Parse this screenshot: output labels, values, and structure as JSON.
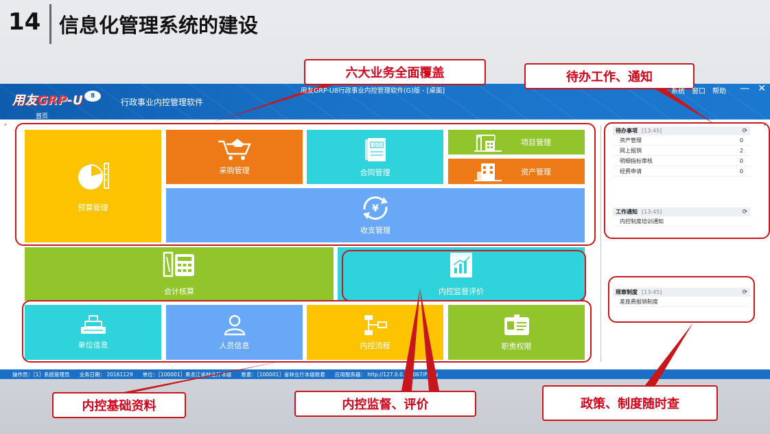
{
  "slide": {
    "number": "14",
    "title": "信息化管理系统的建设"
  },
  "app": {
    "logo_prefix": "用友",
    "logo_brand": "GRP",
    "logo_suffix": "-U",
    "logo_badge": "8",
    "name": "行政事业内控管理软件",
    "window_title": "用友GRP-U8行政事业内控管理软件(G)版 - [桌面]",
    "home_tab": "首页",
    "top_menu": [
      "系统",
      "窗口",
      "帮助"
    ],
    "win_minimize": "—",
    "win_close": "✕",
    "nav_left": "›",
    "nav_right": "‹"
  },
  "tiles": {
    "budget": "预算管理",
    "purchase": "采购管理",
    "contract": "合同管理",
    "contract_icon_text": "合同",
    "project": "项目管理",
    "asset": "资产管理",
    "income_expense": "收支管理",
    "accounting": "会计核算",
    "supervision": "内控监督评价",
    "unit_info": "单位信息",
    "staff_info": "人员信息",
    "process": "内控流程",
    "duty": "职责权限"
  },
  "todo_panel": {
    "title": "待办事项",
    "time": "[13:45]",
    "refresh": "⟳",
    "items": [
      {
        "label": "资产管理",
        "count": "0"
      },
      {
        "label": "网上报销",
        "count": "2"
      },
      {
        "label": "明细指标审核",
        "count": "0"
      },
      {
        "label": "经费申请",
        "count": "0"
      }
    ]
  },
  "notice_panel": {
    "title": "工作通知",
    "time": "[13:45]",
    "refresh": "⟳",
    "items": [
      "内控制度培训通知"
    ]
  },
  "rules_panel": {
    "title": "规章制度",
    "time": "[13:45]",
    "refresh": "⟳",
    "items": [
      "差旅费报销制度"
    ]
  },
  "status_bar": {
    "operator": "操作员：［1］系统管理员",
    "biz_date": "业务日期： 20161129",
    "unit": "单位：［100001］黑龙江省林业厅本级",
    "account": "账套：［100001］省林业厅本级账套",
    "server": "应用服务器： http://127.0.0.1:8067/Proxy"
  },
  "callouts": {
    "six_business": "六大业务全面覆盖",
    "todo_notice": "待办工作、通知",
    "basic_data": "内控基础资料",
    "supervision": "内控监督、评价",
    "policy": "政策、制度随时查"
  },
  "colors": {
    "yellow": "#fec300",
    "orange": "#ee7a17",
    "cyan": "#2ed3dc",
    "green": "#91c52b",
    "blue": "#68a8f7",
    "annotation_red": "#c8161d",
    "header_blue": "#1a73c8"
  }
}
